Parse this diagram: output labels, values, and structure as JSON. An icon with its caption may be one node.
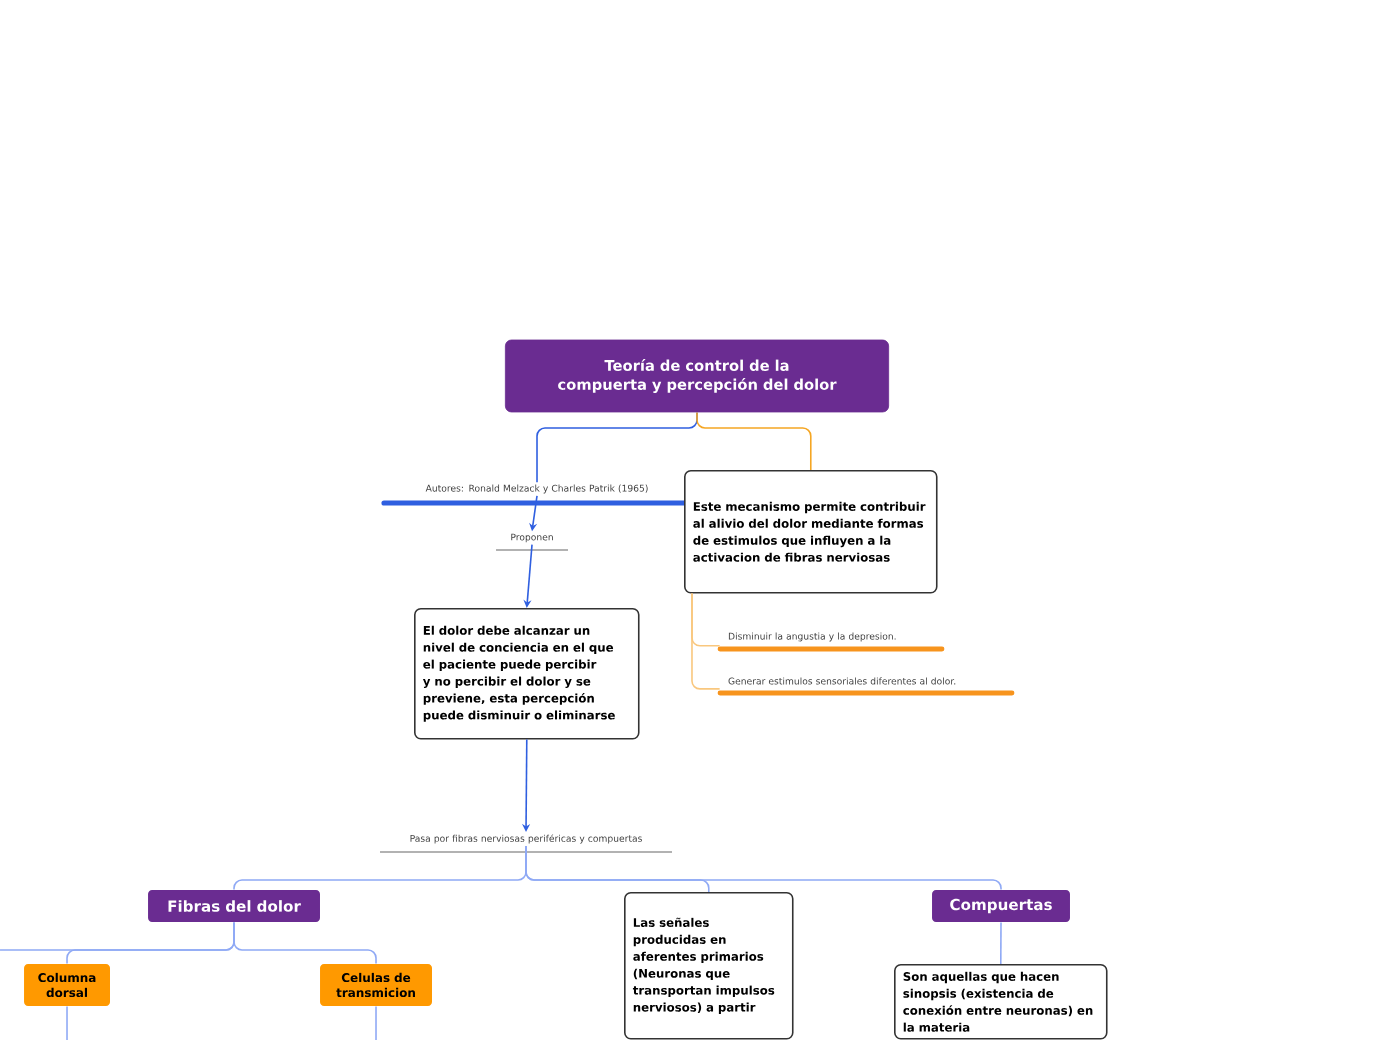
{
  "diagram": {
    "nodes": [
      {
        "text": [
          "Teoría de control de la compuerta y percepción del dolor"
        ]
      },
      {
        "text": [
          "Autores: Ronald Melzack y Charles Patrik (1965)"
        ]
      },
      {
        "text": [
          "Proponen"
        ]
      },
      {
        "text": [
          "El dolor debe alcanzar un nivel de conciencia en el que el paciente puede percibir y no percibir el dolor y se previene, esta percepción puede disminuir o eliminarse"
        ]
      },
      {
        "text": [
          "Este mecanismo permite contribuir al alivio del dolor mediante formas de estimulos que influyen a la activacion de fibras nerviosas"
        ]
      },
      {
        "text": [
          "Disminuir la angustia y la depresion."
        ]
      },
      {
        "text": [
          "Generar estimulos sensoriales diferentes al dolor."
        ]
      },
      {
        "text": [
          "Pasa por fibras nerviosas periféricas y compuertas"
        ]
      },
      {
        "text": [
          "Fibras del dolor"
        ]
      },
      {
        "text": [
          "Columna dorsal"
        ]
      },
      {
        "text": [
          "Celulas de transmicion"
        ]
      },
      {
        "text": [
          "Las señales producidas en aferentes primarios (Neuronas que transportan impulsos nerviosos) a partir"
        ]
      },
      {
        "text": [
          "Compuertas"
        ]
      },
      {
        "text": [
          "Son aquellas que hacen sinopsis (existencia de conexión entre neuronas) en la materia"
        ]
      }
    ],
    "edges": [
      {
        "from": 0,
        "to": 1,
        "arrow": "none",
        "color": "#2f5fe0"
      },
      {
        "from": 0,
        "to": 4,
        "arrow": "none",
        "color": "#f5a623"
      },
      {
        "from": 1,
        "to": 2,
        "arrow": "to",
        "color": "#2f5fe0"
      },
      {
        "from": 2,
        "to": 3,
        "arrow": "to",
        "color": "#2f5fe0"
      },
      {
        "from": 3,
        "to": 7,
        "arrow": "to",
        "color": "#2f5fe0"
      },
      {
        "from": 4,
        "to": 5,
        "arrow": "none",
        "color": "#f9c77e"
      },
      {
        "from": 4,
        "to": 6,
        "arrow": "none",
        "color": "#f9c77e"
      },
      {
        "from": 7,
        "to": 8,
        "arrow": "none"
      },
      {
        "from": 7,
        "to": 11,
        "arrow": "none"
      },
      {
        "from": 7,
        "to": 12,
        "arrow": "none"
      },
      {
        "from": 8,
        "to": 9,
        "arrow": "none"
      },
      {
        "from": 8,
        "to": 10,
        "arrow": "none"
      },
      {
        "from": 8,
        "to": null,
        "arrow": "none"
      },
      {
        "from": 9,
        "to": null,
        "arrow": "none"
      },
      {
        "from": 10,
        "to": null,
        "arrow": "none"
      },
      {
        "from": 12,
        "to": 13,
        "arrow": "none"
      }
    ]
  }
}
